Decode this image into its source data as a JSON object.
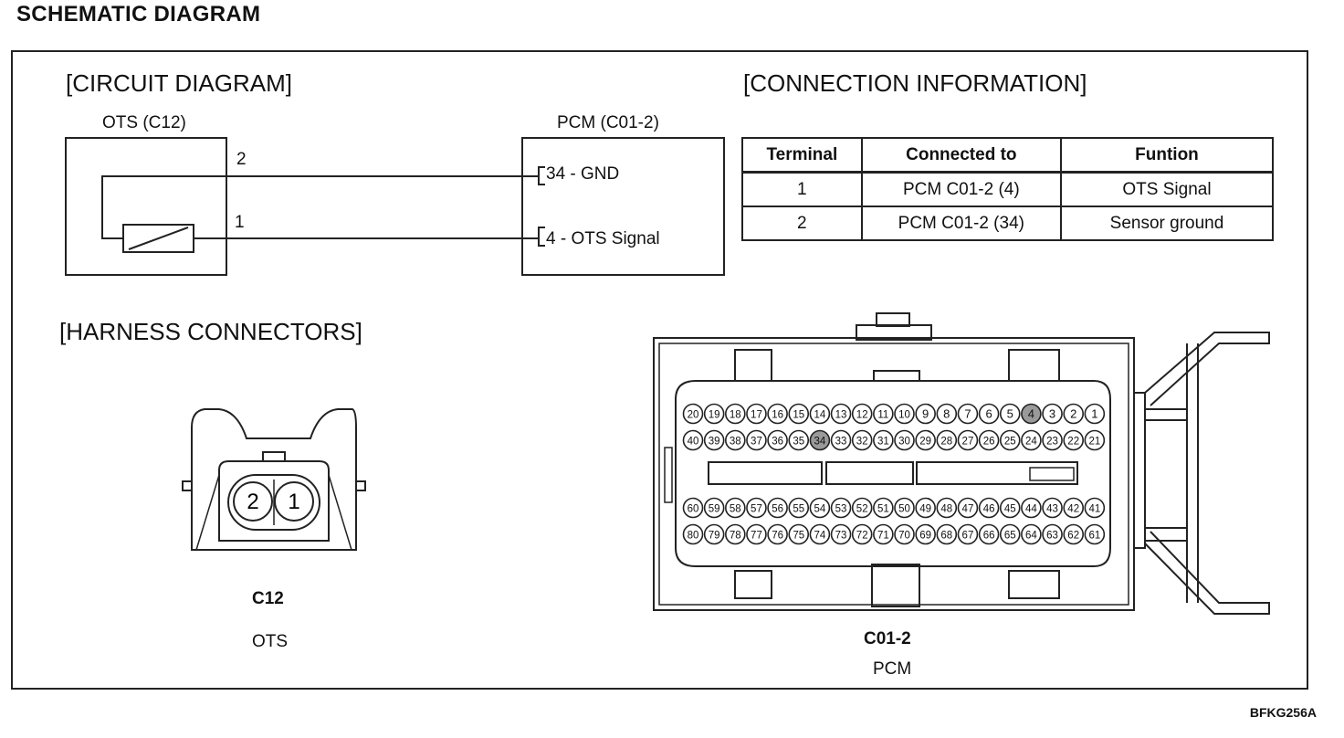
{
  "title": "SCHEMATIC DIAGRAM",
  "circuit": {
    "heading": "[CIRCUIT DIAGRAM]",
    "ots_label": "OTS (C12)",
    "pcm_label": "PCM (C01-2)",
    "ots_pin_2": "2",
    "ots_pin_1": "1",
    "pcm_pin_34": "34 - GND",
    "pcm_pin_4": "4 - OTS Signal"
  },
  "connection_info": {
    "heading": "[CONNECTION INFORMATION]",
    "columns": [
      "Terminal",
      "Connected to",
      "Funtion"
    ],
    "rows": [
      [
        "1",
        "PCM C01-2 (4)",
        "OTS Signal"
      ],
      [
        "2",
        "PCM C01-2 (34)",
        "Sensor ground"
      ]
    ]
  },
  "harness": {
    "heading": "[HARNESS CONNECTORS]",
    "c12": {
      "pins": [
        "2",
        "1"
      ],
      "code": "C12",
      "name": "OTS"
    },
    "c01_2": {
      "code": "C01-2",
      "name": "PCM",
      "rows": [
        [
          "20",
          "19",
          "18",
          "17",
          "16",
          "15",
          "14",
          "13",
          "12",
          "11",
          "10",
          "9",
          "8",
          "7",
          "6",
          "5",
          "4",
          "3",
          "2",
          "1"
        ],
        [
          "40",
          "39",
          "38",
          "37",
          "36",
          "35",
          "34",
          "33",
          "32",
          "31",
          "30",
          "29",
          "28",
          "27",
          "26",
          "25",
          "24",
          "23",
          "22",
          "21"
        ],
        [
          "60",
          "59",
          "58",
          "57",
          "56",
          "55",
          "54",
          "53",
          "52",
          "51",
          "50",
          "49",
          "48",
          "47",
          "46",
          "45",
          "44",
          "43",
          "42",
          "41"
        ],
        [
          "80",
          "79",
          "78",
          "77",
          "76",
          "75",
          "74",
          "73",
          "72",
          "71",
          "70",
          "69",
          "68",
          "67",
          "66",
          "65",
          "64",
          "63",
          "62",
          "61"
        ]
      ],
      "highlighted_pins": [
        "4",
        "34"
      ]
    }
  },
  "diagram_id": "BFKG256A"
}
